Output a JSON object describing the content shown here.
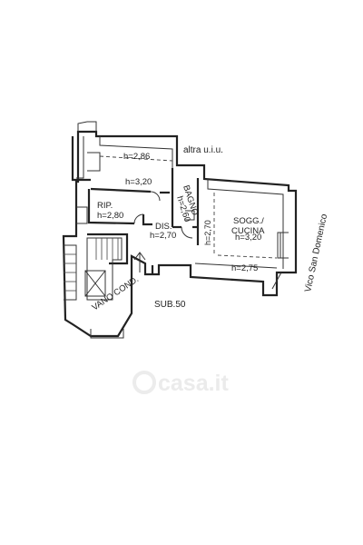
{
  "labels": {
    "altra_uiu": "altra u.i.u.",
    "h_286": "h=2,86",
    "h_320_top": "h=3,20",
    "rip": "RIP.",
    "h_280": "h=2,80",
    "bagno": "BAGNO",
    "h_260": "h=2,60",
    "dis": "DIS.",
    "h_270_dis": "h=2,70",
    "h_270_vert": "h=2,70",
    "sogg": "SOGG./",
    "cucina": "CUCINA",
    "h_320_sogg": "h=3,20",
    "h_275": "h=2,75",
    "vano_cond": "VANO COND.",
    "sub50": "SUB.50",
    "street": "Vico San Domenico"
  },
  "watermark": {
    "text": "casa.it",
    "color": "#ebebeb"
  },
  "colors": {
    "line": "#222222",
    "background": "#ffffff"
  }
}
